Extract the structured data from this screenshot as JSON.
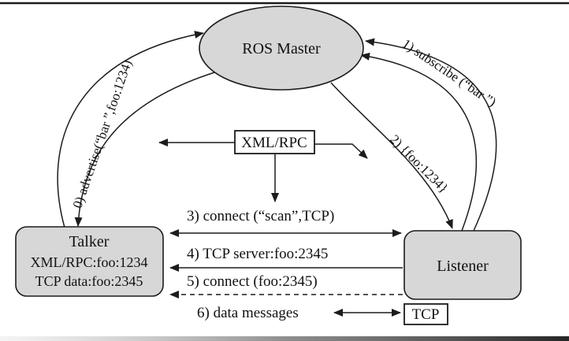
{
  "nodes": {
    "master": "ROS Master",
    "talker_title": "Talker",
    "talker_line1": "XML/RPC:foo:1234",
    "talker_line2": "TCP data:foo:2345",
    "listener": "Listener",
    "xmlrpc": "XML/RPC",
    "tcp": "TCP"
  },
  "edges": {
    "advertise": "0) advertise(“bar ”,foo:1234)",
    "subscribe": "1) subscribe (“bar ”)",
    "foo_reply": "2) {foo:1234}",
    "connect_scan": "3) connect (“scan”,TCP)",
    "tcp_server": "4) TCP server:foo:2345",
    "connect_foo": "5) connect (foo:2345)",
    "data_messages": "6) data messages"
  },
  "colors": {
    "node_fill": "#d7d7d7",
    "line": "#1c1c1c",
    "background": "#ffffff"
  }
}
